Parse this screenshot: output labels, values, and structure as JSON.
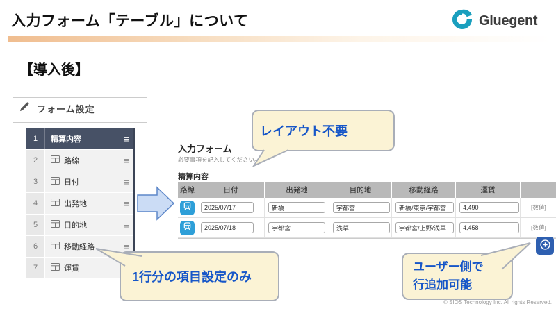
{
  "slide": {
    "title": "入力フォーム「テーブル」について",
    "section_heading": "【導入後】",
    "footer": "© SIOS Technology Inc. All rights Reserved."
  },
  "logo": {
    "text": "Gluegent"
  },
  "form_settings": {
    "panel_title": "フォーム設定",
    "drag_handle_glyph": "≡",
    "items": [
      {
        "num": "1",
        "label": "精算内容"
      },
      {
        "num": "2",
        "label": "路線"
      },
      {
        "num": "3",
        "label": "日付"
      },
      {
        "num": "4",
        "label": "出発地"
      },
      {
        "num": "5",
        "label": "目的地"
      },
      {
        "num": "6",
        "label": "移動経路"
      },
      {
        "num": "7",
        "label": "運賃"
      }
    ]
  },
  "form_preview": {
    "title": "入力フォーム",
    "subtitle": "必要事項を記入してください。",
    "section_label": "精算内容",
    "columns": [
      "路線",
      "日付",
      "出発地",
      "目的地",
      "移動経路",
      "運賃"
    ],
    "rows": [
      {
        "date": "2025/07/17",
        "departure": "新橋",
        "destination": "宇都宮",
        "route": "新橋/東京/宇都宮",
        "fare": "4,490",
        "fare_type_hint": "[数値]"
      },
      {
        "date": "2025/07/18",
        "departure": "宇都宮",
        "destination": "浅草",
        "route": "宇都宮/上野/浅草",
        "fare": "4,458",
        "fare_type_hint": "[数値]"
      }
    ]
  },
  "callouts": {
    "layout": "レイアウト不要",
    "row_config": "1行分の項目設定のみ",
    "add_row_line1": "ユーザー側で",
    "add_row_line2": "行追加可能"
  },
  "colors": {
    "logo_teal": "#1a9fbe",
    "sidebar_header_bg": "#475166",
    "table_header_gray": "#b9b9b9",
    "route_button_blue": "#2e9fd8",
    "add_button_blue": "#2e5fb0",
    "callout_bg": "#fbf3d5",
    "callout_text": "#1656c8",
    "arrow_fill": "#cbdcf5",
    "title_bar_gradient_start": "#f0bd8f"
  }
}
